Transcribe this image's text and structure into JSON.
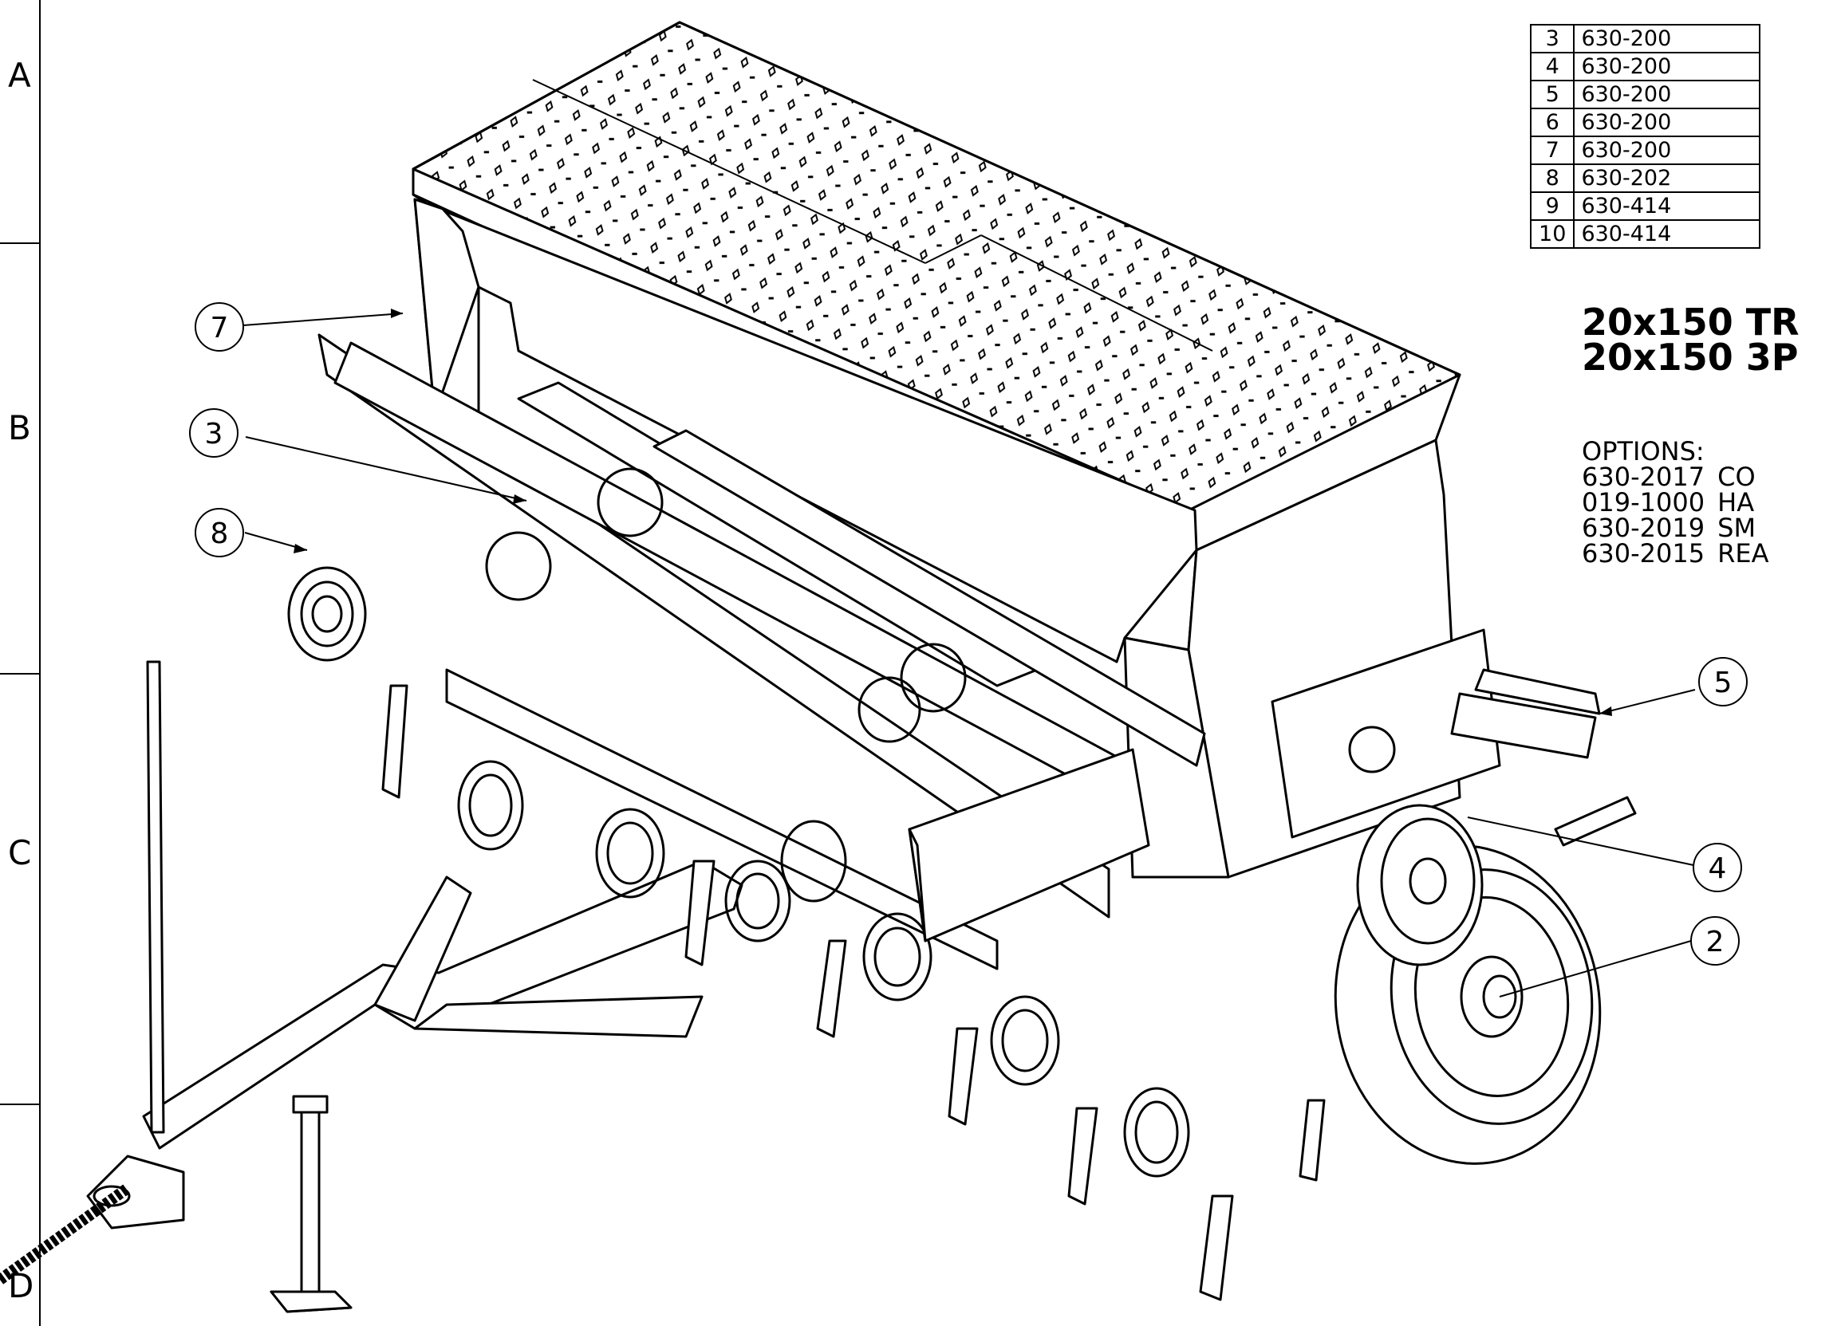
{
  "zones": [
    "A",
    "B",
    "C",
    "D"
  ],
  "bom_rows": [
    {
      "item": "3",
      "part": "630-200"
    },
    {
      "item": "4",
      "part": "630-200"
    },
    {
      "item": "5",
      "part": "630-200"
    },
    {
      "item": "6",
      "part": "630-200"
    },
    {
      "item": "7",
      "part": "630-200"
    },
    {
      "item": "8",
      "part": "630-202"
    },
    {
      "item": "9",
      "part": "630-414"
    },
    {
      "item": "10",
      "part": "630-414"
    }
  ],
  "title_lines": [
    "20x150 TR",
    "20x150 3P"
  ],
  "options_heading": "OPTIONS:",
  "options": [
    {
      "part": "630-2017",
      "desc": "CO"
    },
    {
      "part": "019-1000",
      "desc": "HA"
    },
    {
      "part": "630-2019",
      "desc": "SM"
    },
    {
      "part": "630-2015",
      "desc": "REA"
    }
  ],
  "balloons": {
    "b7": "7",
    "b3": "3",
    "b8": "8",
    "b5": "5",
    "b4": "4",
    "b2": "2"
  }
}
